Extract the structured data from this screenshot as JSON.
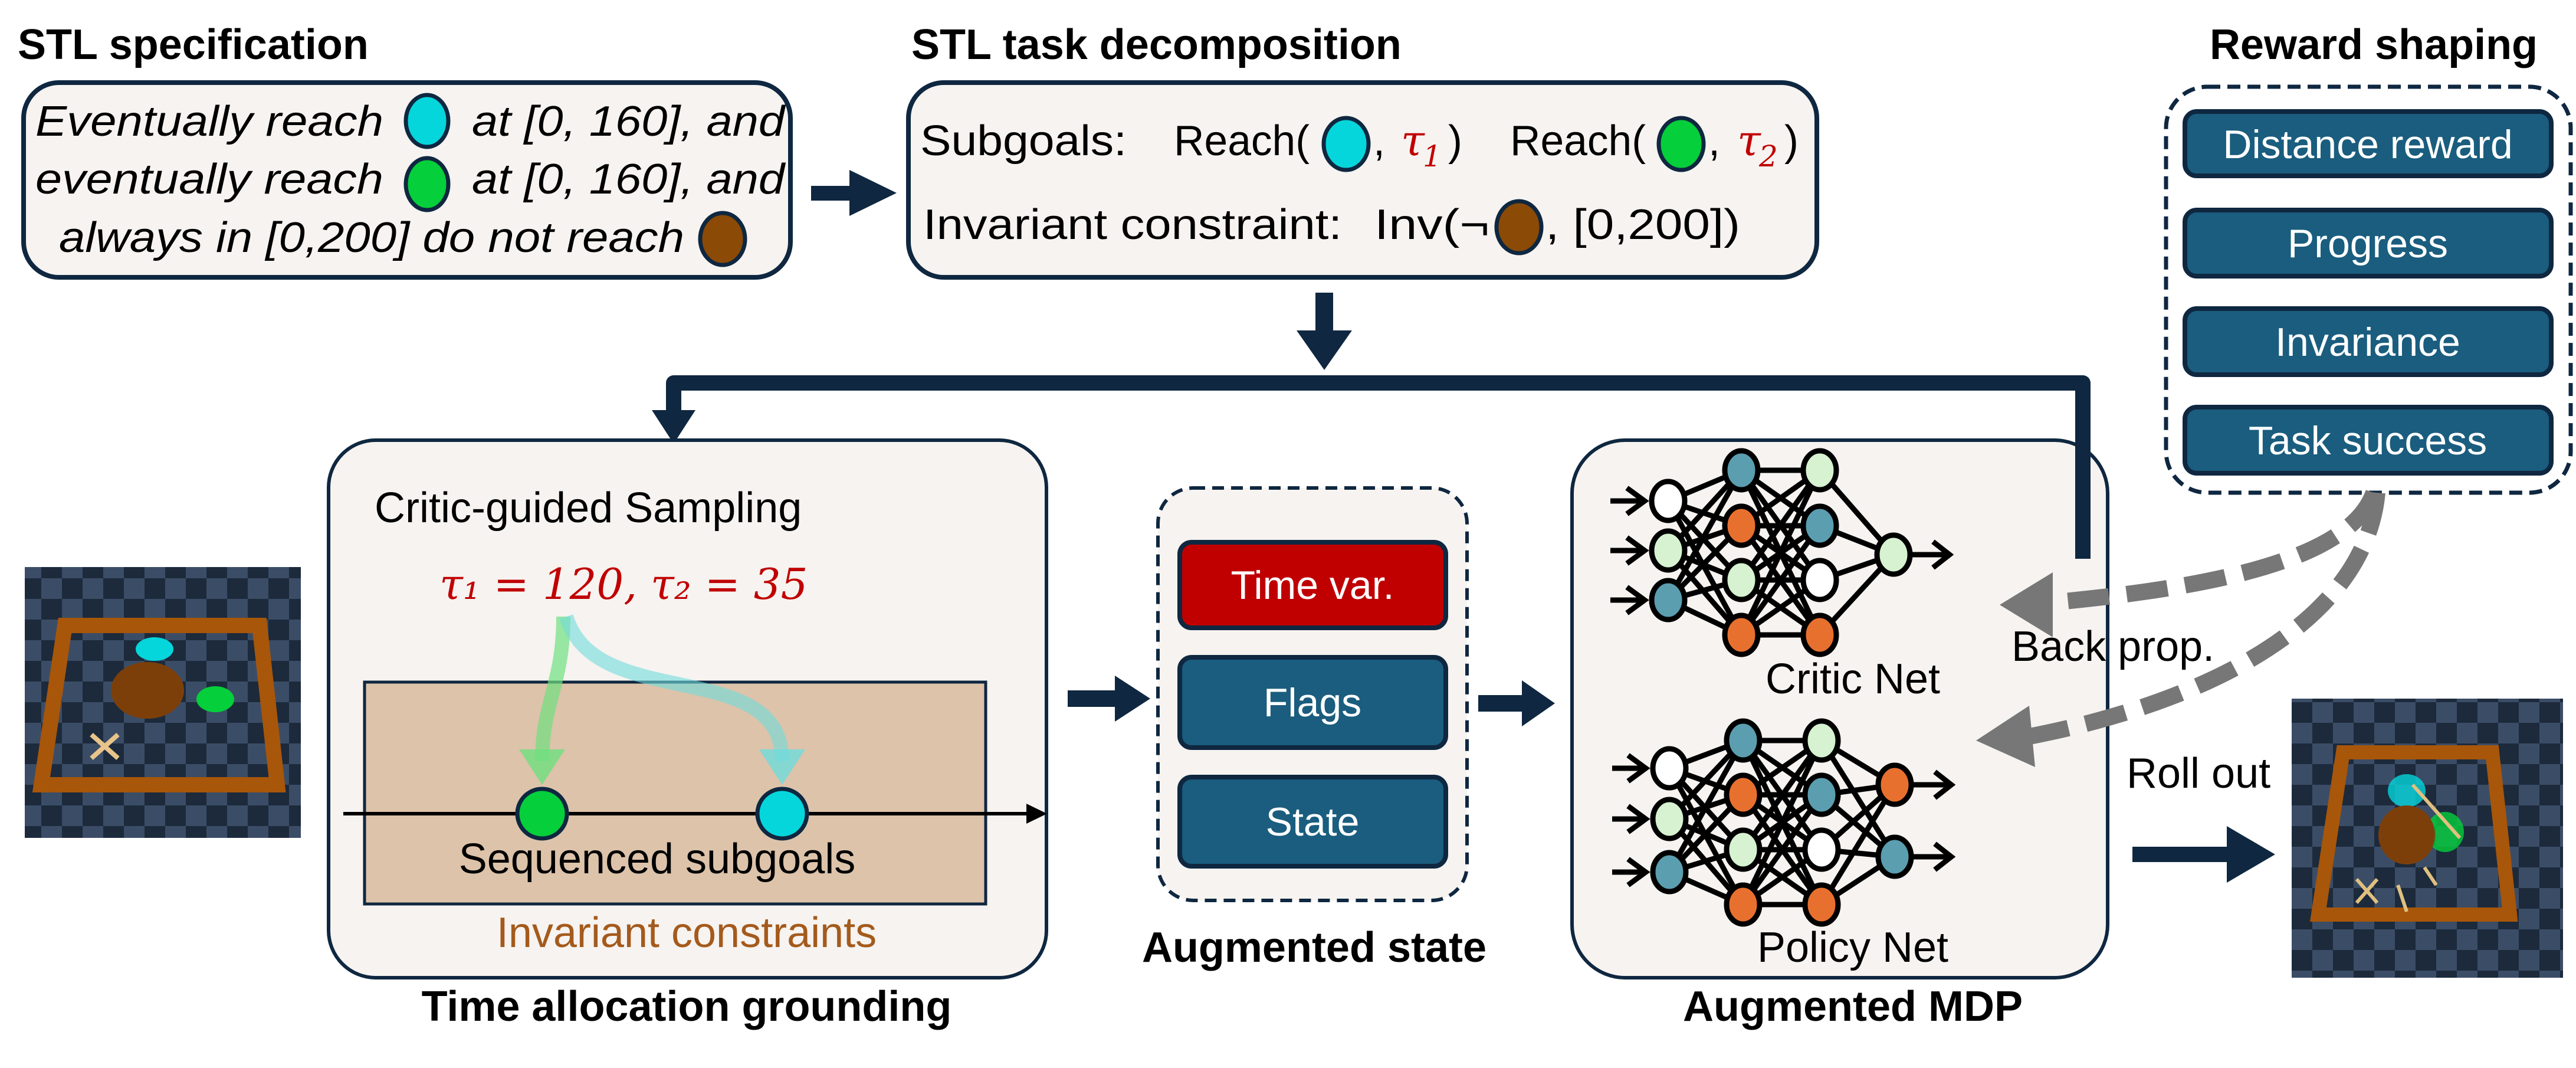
{
  "stl_spec": {
    "title": "STL specification",
    "line1_a": "Eventually reach",
    "line1_b": "at [0, 160], and",
    "line2_a": "eventually reach",
    "line2_b": "at [0, 160], and",
    "line3_a": "always in [0,200] do not reach"
  },
  "decomposition": {
    "title": "STL task decomposition",
    "subgoals_label": "Subgoals:",
    "reach1_open": "Reach(",
    "reach1_tau": "τ",
    "reach1_sub": "1",
    "reach2_open": "Reach(",
    "reach2_tau": "τ",
    "reach2_sub": "2",
    "comma": ",",
    "close": ")",
    "invariant_label": "Invariant constraint:",
    "inv_open": "Inv(¬",
    "inv_close": ", [0,200])"
  },
  "reward_shaping": {
    "title": "Reward shaping",
    "items": [
      "Distance reward",
      "Progress",
      "Invariance",
      "Task success"
    ]
  },
  "time_allocation": {
    "title": "Time allocation grounding",
    "sampling_label": "Critic-guided Sampling",
    "tau_values": "τ₁ = 120, τ₂ = 35",
    "sequenced_label": "Sequenced subgoals",
    "invariant_label": "Invariant constraints"
  },
  "augmented_state": {
    "title": "Augmented state",
    "items": [
      "Time var.",
      "Flags",
      "State"
    ]
  },
  "mdp": {
    "title": "Augmented MDP",
    "critic_label": "Critic Net",
    "policy_label": "Policy Net",
    "backprop_label": "Back prop.",
    "rollout_label": "Roll out"
  },
  "colors": {
    "cyan_goal": "#05d6dc",
    "green_goal": "#05cf3a",
    "brown_obstacle": "#8b4a05",
    "navy": "#0f2740",
    "button_fill": "#1a5d7e",
    "time_var_fill": "#c00000",
    "box_fill": "#f6f3f0",
    "tan": "#dcc3aa",
    "invariant_text": "#a45a1c"
  }
}
